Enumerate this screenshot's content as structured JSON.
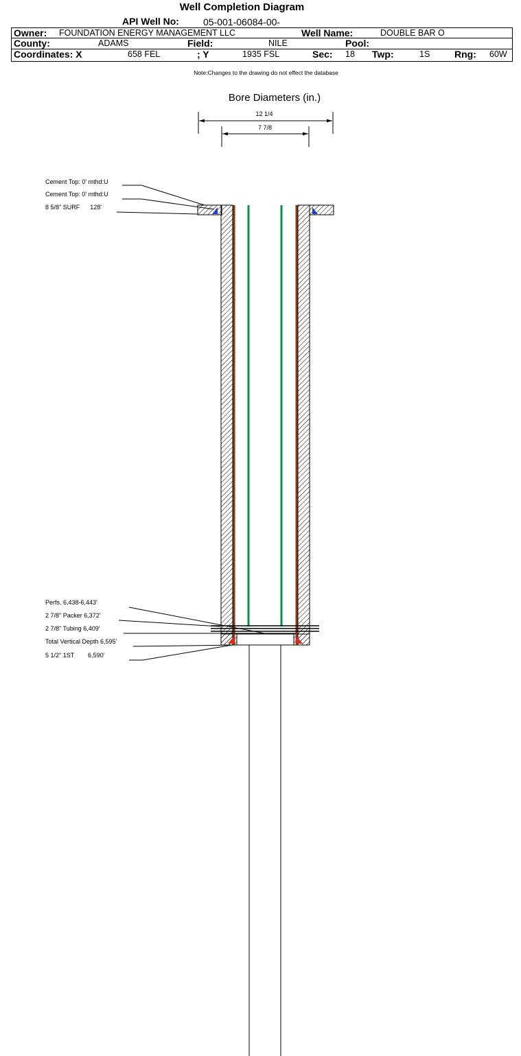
{
  "title": "Well Completion Diagram",
  "header": {
    "api_label": "API Well No:",
    "api_value": "05-001-06084-00-",
    "owner_label": "Owner:",
    "owner_value": "FOUNDATION ENERGY MANAGEMENT LLC",
    "well_name_label": "Well Name:",
    "well_name_value": "DOUBLE BAR O",
    "county_label": "County:",
    "county_value": "ADAMS",
    "field_label": "Field:",
    "field_value": "NILE",
    "pool_label": "Pool:",
    "pool_value": "",
    "coord_x_label": "Coordinates: X",
    "coord_x_value": "658 FEL",
    "coord_y_label": "; Y",
    "coord_y_value": "1935 FSL",
    "sec_label": "Sec:",
    "sec_value": "18",
    "twp_label": "Twp:",
    "twp_value": "1S",
    "rng_label": "Rng:",
    "rng_value": "60W"
  },
  "note": "Note:Changes to the drawing do not effect the database",
  "bore": {
    "title": "Bore Diameters (in.)",
    "outer_label": "12 1/4",
    "inner_label": "7 7/8"
  },
  "annotations": {
    "cement_top_1": "Cement Top: 0' mthd:U",
    "cement_top_2": "Cement Top: 0' mthd:U",
    "surface_casing": "8 5/8\" SURF      128'",
    "perfs": "Perfs. 6,438-6,443'",
    "packer": "2 7/8\" Packer 6,372'",
    "tubing": "2 7/8\" Tubing 6,409'",
    "tvd": "Total Vertical Depth 6,595'",
    "production_casing": "5 1/2\" 1ST        6,590'"
  },
  "colors": {
    "casing": "#8B3A0F",
    "tubing": "#0F8A4F",
    "cement_top": "#1E3FD6",
    "cement_bottom": "#E3261B"
  }
}
